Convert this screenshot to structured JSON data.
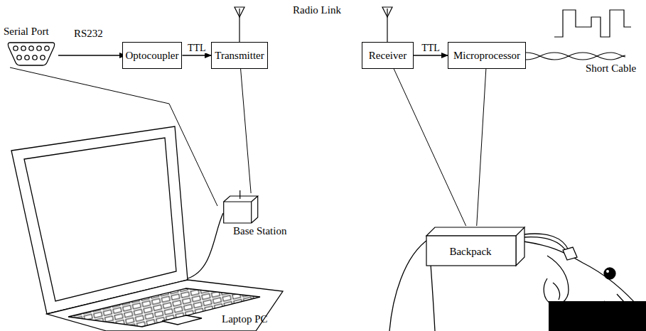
{
  "diagram": {
    "nodes": [
      {
        "text": [
          "Optocoupler"
        ]
      },
      {
        "text": [
          "Transmitter"
        ]
      },
      {
        "text": [
          "Receiver"
        ]
      },
      {
        "text": [
          "Microprocessor"
        ]
      },
      {
        "text": [
          "Base Station"
        ]
      },
      {
        "text": [
          "Backpack"
        ]
      }
    ],
    "edges": [
      {
        "from": 0,
        "to": 1,
        "label": "TTL",
        "arrow": "to"
      },
      {
        "from": 2,
        "to": 3,
        "label": "TTL",
        "arrow": "to"
      },
      {
        "from": 1,
        "to": 4,
        "arrow": "none"
      },
      {
        "from": 2,
        "to": 5,
        "arrow": "none"
      },
      {
        "from": 3,
        "to": 5,
        "arrow": "none"
      }
    ],
    "labels": [
      "Serial Port",
      "RS232",
      "Radio Link",
      "Short Cable",
      "Laptop PC"
    ]
  }
}
